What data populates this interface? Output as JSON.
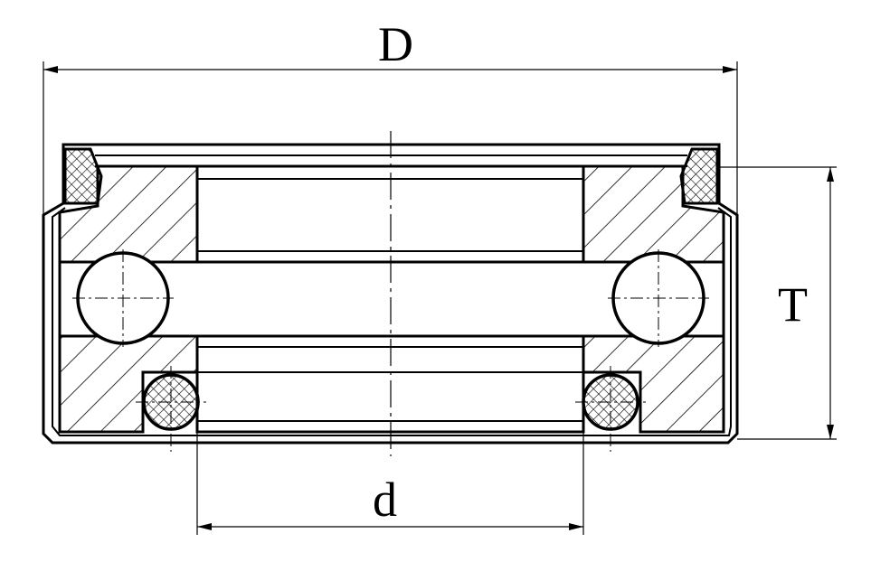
{
  "labels": {
    "outer_diameter": "D",
    "height": "T",
    "inner_diameter": "d"
  },
  "colors": {
    "line": "#000000",
    "background": "#ffffff"
  }
}
